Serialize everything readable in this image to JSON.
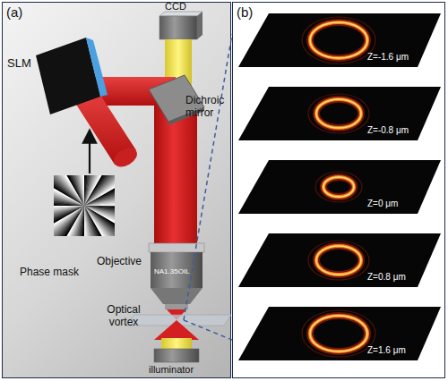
{
  "diagram": {
    "nodes": [
      {
        "text": [
          "(a)"
        ]
      },
      {
        "text": [
          "(b)"
        ]
      },
      {
        "text": [
          "Z=-1.6 μm"
        ],
        "in": 1
      },
      {
        "text": [
          "Z=-0.8 μm"
        ],
        "in": 1
      },
      {
        "text": [
          "Z=0 μm"
        ],
        "in": 1
      },
      {
        "text": [
          "Z=0.8 μm"
        ],
        "in": 1
      },
      {
        "text": [
          "Z=1.6 μm"
        ],
        "in": 1
      }
    ],
    "labels": [
      "CCD",
      "SLM",
      "Dichroic mirror",
      "Phase mask",
      "Objective",
      "NA1.35OIL",
      "Optical vortex",
      "illuminator"
    ]
  }
}
